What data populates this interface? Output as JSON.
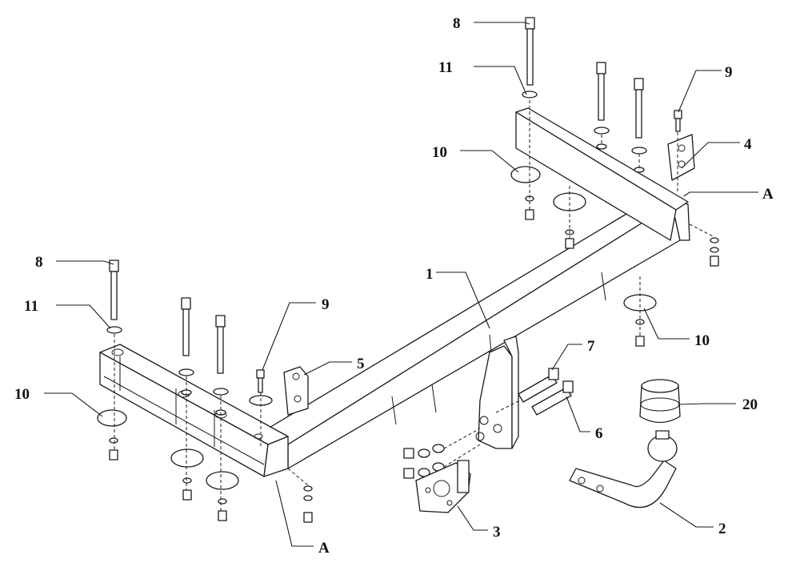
{
  "callouts": [
    {
      "key": "num_8_top",
      "text": "8"
    },
    {
      "key": "num_11_top",
      "text": "11"
    },
    {
      "key": "num_9_top",
      "text": "9"
    },
    {
      "key": "num_4",
      "text": "4"
    },
    {
      "key": "num_10_top",
      "text": "10"
    },
    {
      "key": "letter_a_right",
      "text": "A"
    },
    {
      "key": "num_1",
      "text": "1"
    },
    {
      "key": "num_8_left",
      "text": "8"
    },
    {
      "key": "num_11_left",
      "text": "11"
    },
    {
      "key": "num_9_mid",
      "text": "9"
    },
    {
      "key": "num_10_right",
      "text": "10"
    },
    {
      "key": "num_7",
      "text": "7"
    },
    {
      "key": "num_5",
      "text": "5"
    },
    {
      "key": "num_10_left",
      "text": "10"
    },
    {
      "key": "num_20",
      "text": "20"
    },
    {
      "key": "num_6",
      "text": "6"
    },
    {
      "key": "num_3",
      "text": "3"
    },
    {
      "key": "num_2",
      "text": "2"
    },
    {
      "key": "letter_a_bottom",
      "text": "A"
    }
  ]
}
